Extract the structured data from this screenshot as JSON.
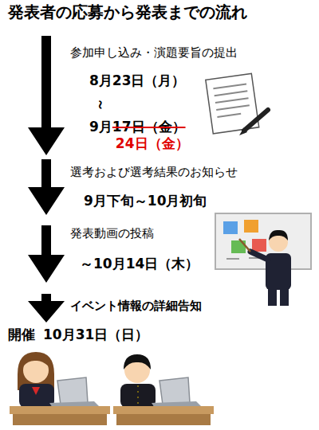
{
  "diagram": {
    "title": "発表者の応募から発表までの流れ",
    "labels": [
      "参加申し込み・演題要旨の提出",
      "8月23日（月）",
      "～",
      "9月",
      "17日（金）",
      "24日（金）",
      "選考および選考結果のお知らせ",
      "9月下旬～10月初旬",
      "発表動画の投稿",
      "～10月14日（木）",
      "イベント情報の詳細告知",
      "開催",
      "10月31日（日）"
    ]
  }
}
